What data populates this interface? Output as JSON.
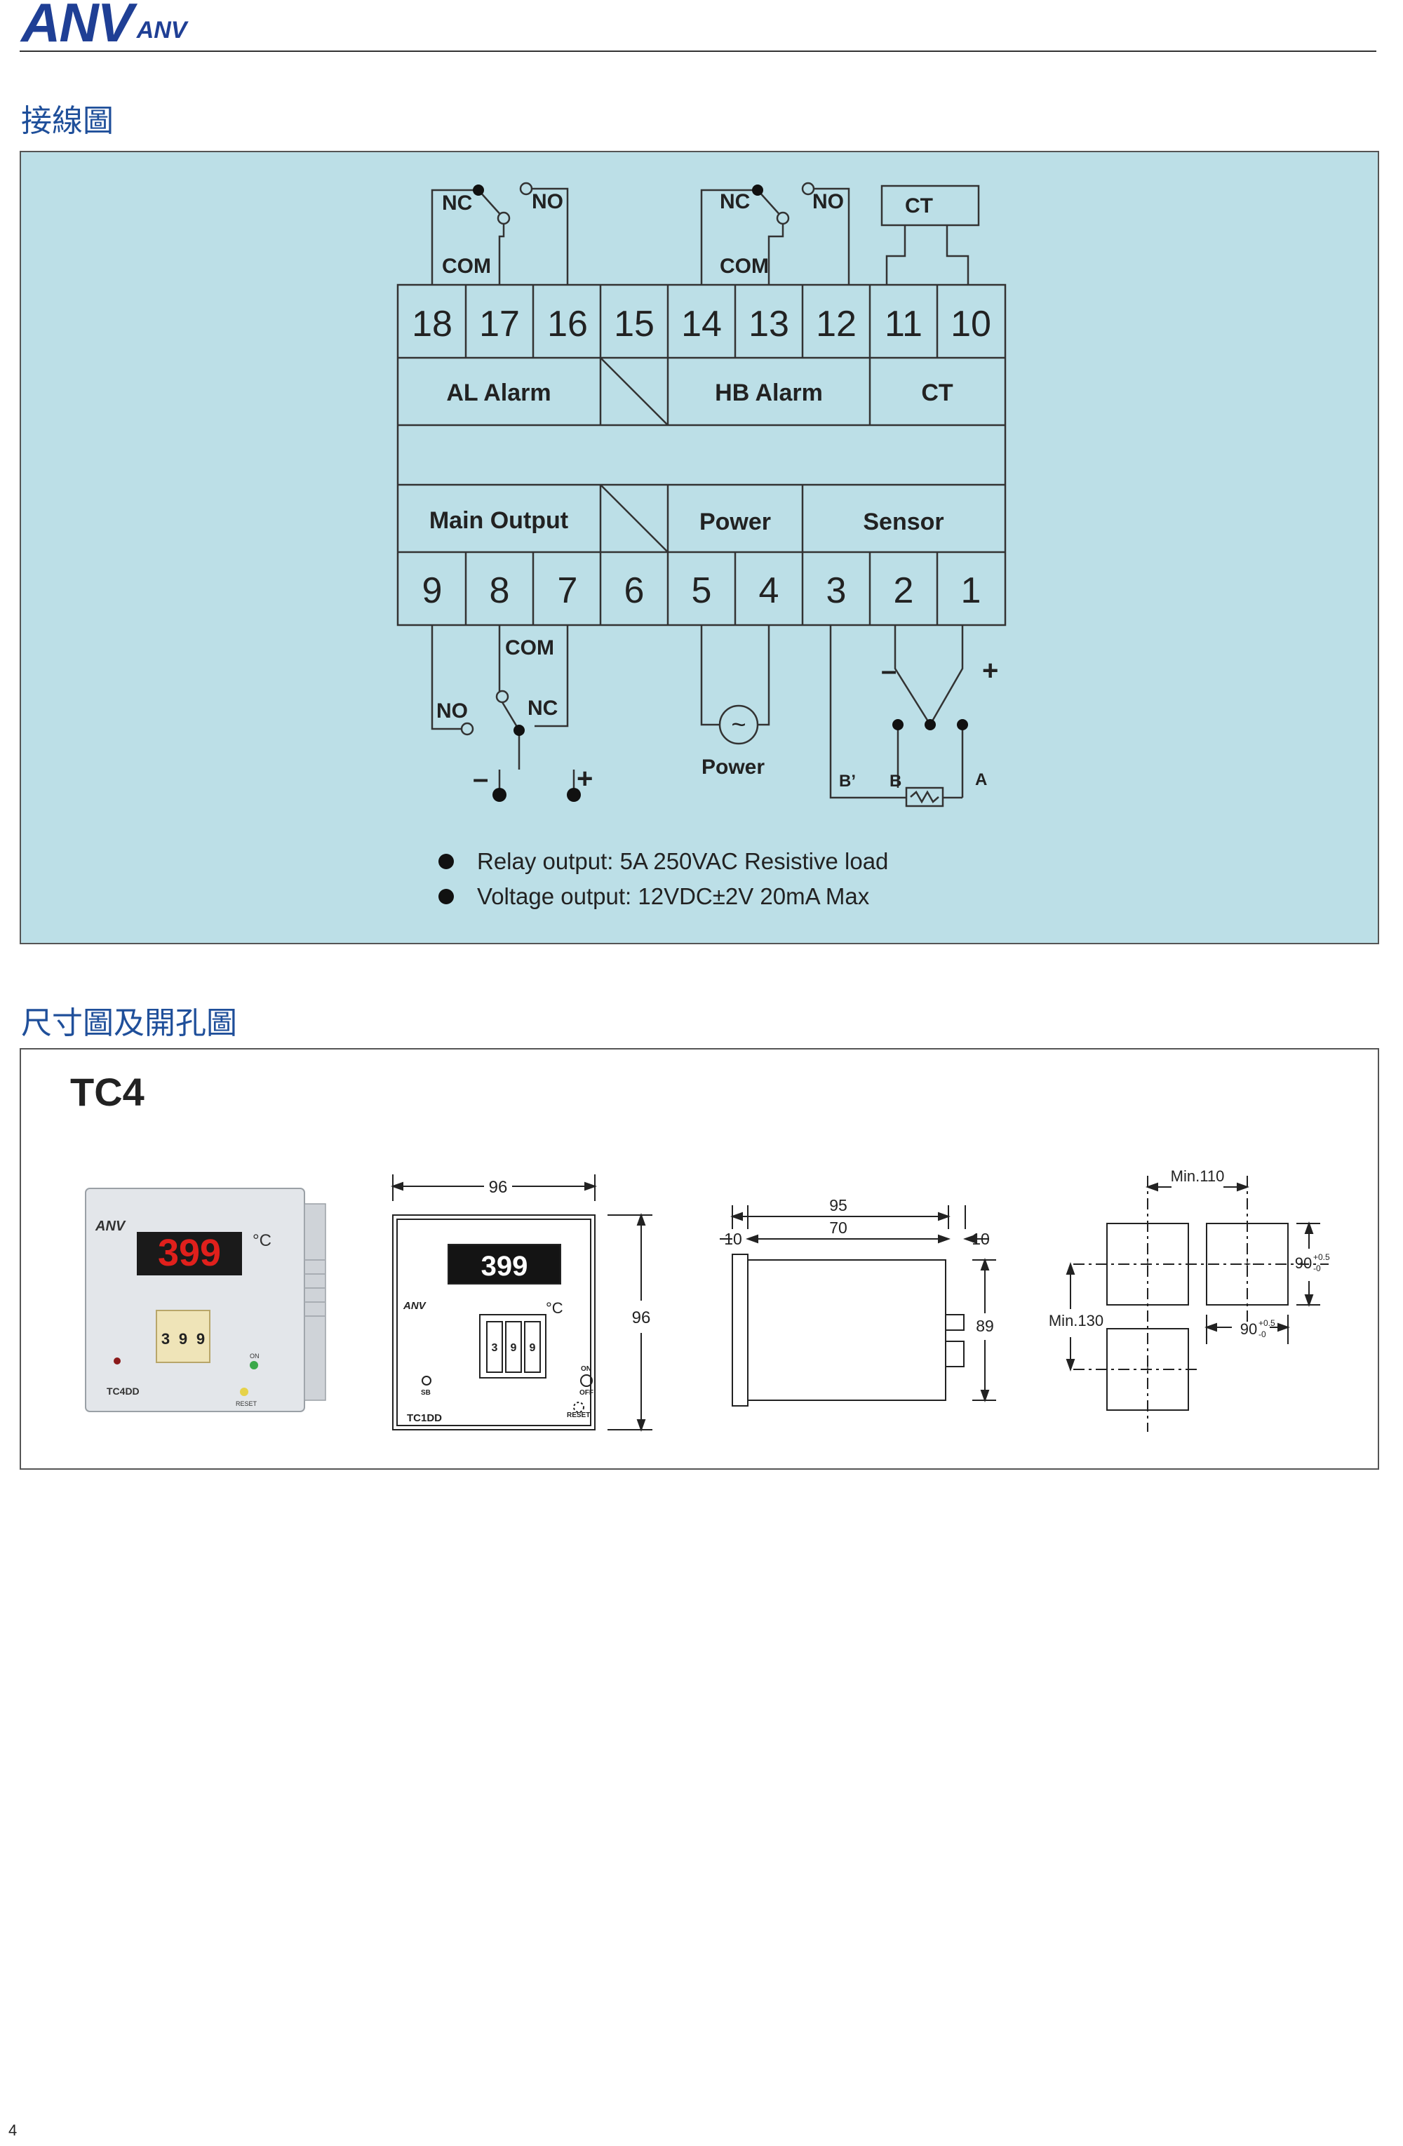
{
  "brand": {
    "logo_main": "ANV",
    "logo_small": "ANV"
  },
  "sections": {
    "wiring_title": "接線圖",
    "dims_title": "尺寸圖及開孔圖"
  },
  "wiring": {
    "top_terminals": [
      "18",
      "17",
      "16",
      "15",
      "14",
      "13",
      "12",
      "11",
      "10"
    ],
    "bottom_terminals": [
      "9",
      "8",
      "7",
      "6",
      "5",
      "4",
      "3",
      "2",
      "1"
    ],
    "top_groups": {
      "al_alarm": "AL Alarm",
      "hb_alarm": "HB Alarm",
      "ct": "CT"
    },
    "bottom_groups": {
      "main_output": "Main Output",
      "power": "Power",
      "sensor": "Sensor"
    },
    "labels": {
      "nc": "NC",
      "no": "NO",
      "com": "COM",
      "ct": "CT",
      "power": "Power",
      "minus": "–",
      "plus": "+",
      "b_prime": "B’",
      "b": "B",
      "a": "A",
      "tilde": "~"
    },
    "notes": [
      "Relay output: 5A 250VAC Resistive load",
      "Voltage output: 12VDC±2V 20mA Max"
    ]
  },
  "dimensions": {
    "model": "TC4",
    "photo": {
      "display": "399",
      "unit": "°C",
      "brand": "ANV",
      "model_label": "TC4DD",
      "dial": [
        "3",
        "9",
        "9"
      ],
      "led_on": "ON",
      "led_reset": "RESET"
    },
    "front": {
      "width_label": "96",
      "height_label": "96",
      "display": "399",
      "unit": "°C",
      "brand": "ANV",
      "model_label": "TC1DD",
      "sb": "SB",
      "on": "ON",
      "off": "OFF",
      "reset": "RESET",
      "dial": [
        "3",
        "9",
        "9"
      ]
    },
    "side": {
      "total": "95",
      "body": "70",
      "left": "10",
      "right": "10",
      "height": "89"
    },
    "cutout": {
      "min_h": "Min.110",
      "min_v": "Min.130",
      "size_h": "90",
      "size_v": "90",
      "tol_plus": "+0.5",
      "tol_zero": "-0"
    }
  },
  "page_number": "4"
}
